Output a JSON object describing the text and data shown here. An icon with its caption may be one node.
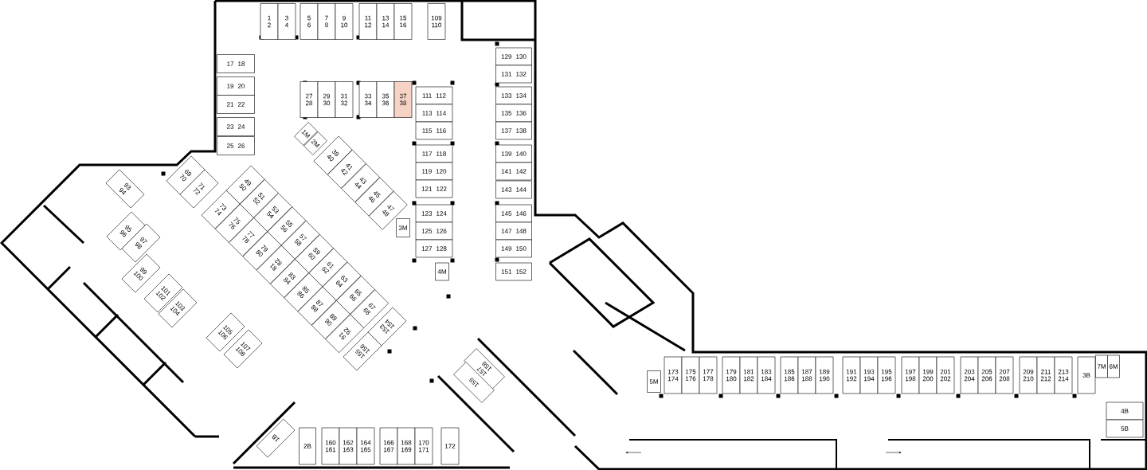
{
  "diagram": {
    "nodes": [
      {
        "text": [
          "1",
          "2"
        ]
      },
      {
        "text": [
          "3",
          "4"
        ]
      },
      {
        "text": [
          "5",
          "6"
        ]
      },
      {
        "text": [
          "7",
          "8"
        ]
      },
      {
        "text": [
          "9",
          "10"
        ]
      },
      {
        "text": [
          "11",
          "12"
        ]
      },
      {
        "text": [
          "13",
          "14"
        ]
      },
      {
        "text": [
          "15",
          "16"
        ]
      },
      {
        "text": [
          "17",
          "18"
        ]
      },
      {
        "text": [
          "19",
          "20"
        ]
      },
      {
        "text": [
          "21",
          "22"
        ]
      },
      {
        "text": [
          "23",
          "24"
        ]
      },
      {
        "text": [
          "25",
          "26"
        ]
      },
      {
        "text": [
          "27",
          "28"
        ]
      },
      {
        "text": [
          "29",
          "30"
        ]
      },
      {
        "text": [
          "31",
          "32"
        ]
      },
      {
        "text": [
          "33",
          "34"
        ]
      },
      {
        "text": [
          "35",
          "36"
        ]
      },
      {
        "text": [
          "37",
          "38"
        ]
      },
      {
        "text": [
          "1M"
        ]
      },
      {
        "text": [
          "2M"
        ]
      },
      {
        "text": [
          "39",
          "40"
        ]
      },
      {
        "text": [
          "41",
          "42"
        ]
      },
      {
        "text": [
          "43",
          "44"
        ]
      },
      {
        "text": [
          "45",
          "46"
        ]
      },
      {
        "text": [
          "47",
          "48"
        ]
      },
      {
        "text": [
          "3M"
        ]
      },
      {
        "text": [
          "49",
          "50"
        ]
      },
      {
        "text": [
          "51",
          "52"
        ]
      },
      {
        "text": [
          "53",
          "54"
        ]
      },
      {
        "text": [
          "55",
          "56"
        ]
      },
      {
        "text": [
          "57",
          "58"
        ]
      },
      {
        "text": [
          "59",
          "60"
        ]
      },
      {
        "text": [
          "61",
          "62"
        ]
      },
      {
        "text": [
          "63",
          "64"
        ]
      },
      {
        "text": [
          "65",
          "66"
        ]
      },
      {
        "text": [
          "67",
          "68"
        ]
      },
      {
        "text": [
          "69",
          "70"
        ]
      },
      {
        "text": [
          "71",
          "72"
        ]
      },
      {
        "text": [
          "73",
          "74"
        ]
      },
      {
        "text": [
          "75",
          "76"
        ]
      },
      {
        "text": [
          "77",
          "78"
        ]
      },
      {
        "text": [
          "79",
          "80"
        ]
      },
      {
        "text": [
          "81",
          "82"
        ]
      },
      {
        "text": [
          "83",
          "84"
        ]
      },
      {
        "text": [
          "85",
          "86"
        ]
      },
      {
        "text": [
          "87",
          "88"
        ]
      },
      {
        "text": [
          "89",
          "90"
        ]
      },
      {
        "text": [
          "91",
          "92"
        ]
      },
      {
        "text": [
          "93",
          "94"
        ]
      },
      {
        "text": [
          "95",
          "96"
        ]
      },
      {
        "text": [
          "97",
          "98"
        ]
      },
      {
        "text": [
          "99",
          "100"
        ]
      },
      {
        "text": [
          "101",
          "102"
        ]
      },
      {
        "text": [
          "103",
          "104"
        ]
      },
      {
        "text": [
          "105",
          "106"
        ]
      },
      {
        "text": [
          "107",
          "108"
        ]
      },
      {
        "text": [
          "109",
          "110"
        ]
      },
      {
        "text": [
          "111",
          "112"
        ]
      },
      {
        "text": [
          "113",
          "114"
        ]
      },
      {
        "text": [
          "115",
          "116"
        ]
      },
      {
        "text": [
          "117",
          "118"
        ]
      },
      {
        "text": [
          "119",
          "120"
        ]
      },
      {
        "text": [
          "121",
          "122"
        ]
      },
      {
        "text": [
          "123",
          "124"
        ]
      },
      {
        "text": [
          "125",
          "126"
        ]
      },
      {
        "text": [
          "127",
          "128"
        ]
      },
      {
        "text": [
          "4M"
        ]
      },
      {
        "text": [
          "129",
          "130"
        ]
      },
      {
        "text": [
          "131",
          "132"
        ]
      },
      {
        "text": [
          "133",
          "134"
        ]
      },
      {
        "text": [
          "135",
          "136"
        ]
      },
      {
        "text": [
          "137",
          "138"
        ]
      },
      {
        "text": [
          "139",
          "140"
        ]
      },
      {
        "text": [
          "141",
          "142"
        ]
      },
      {
        "text": [
          "143",
          "144"
        ]
      },
      {
        "text": [
          "145",
          "146"
        ]
      },
      {
        "text": [
          "147",
          "148"
        ]
      },
      {
        "text": [
          "149",
          "150"
        ]
      },
      {
        "text": [
          "151",
          "152"
        ]
      },
      {
        "text": [
          "153",
          "154"
        ]
      },
      {
        "text": [
          "155",
          "156"
        ]
      },
      {
        "text": [
          "157",
          "158"
        ]
      },
      {
        "text": [
          "159"
        ]
      },
      {
        "text": [
          "1B"
        ]
      },
      {
        "text": [
          "2B"
        ]
      },
      {
        "text": [
          "160",
          "161"
        ]
      },
      {
        "text": [
          "162",
          "163"
        ]
      },
      {
        "text": [
          "164",
          "165"
        ]
      },
      {
        "text": [
          "166",
          "167"
        ]
      },
      {
        "text": [
          "168",
          "169"
        ]
      },
      {
        "text": [
          "170",
          "171"
        ]
      },
      {
        "text": [
          "172"
        ]
      },
      {
        "text": [
          "5M"
        ]
      },
      {
        "text": [
          "173",
          "174"
        ]
      },
      {
        "text": [
          "175",
          "176"
        ]
      },
      {
        "text": [
          "177",
          "178"
        ]
      },
      {
        "text": [
          "179",
          "180"
        ]
      },
      {
        "text": [
          "181",
          "182"
        ]
      },
      {
        "text": [
          "183",
          "184"
        ]
      },
      {
        "text": [
          "185",
          "186"
        ]
      },
      {
        "text": [
          "187",
          "188"
        ]
      },
      {
        "text": [
          "189",
          "190"
        ]
      },
      {
        "text": [
          "191",
          "192"
        ]
      },
      {
        "text": [
          "193",
          "194"
        ]
      },
      {
        "text": [
          "195",
          "196"
        ]
      },
      {
        "text": [
          "197",
          "198"
        ]
      },
      {
        "text": [
          "199",
          "200"
        ]
      },
      {
        "text": [
          "201",
          "202"
        ]
      },
      {
        "text": [
          "203",
          "204"
        ]
      },
      {
        "text": [
          "205",
          "206"
        ]
      },
      {
        "text": [
          "207",
          "208"
        ]
      },
      {
        "text": [
          "209",
          "210"
        ]
      },
      {
        "text": [
          "211",
          "212"
        ]
      },
      {
        "text": [
          "213",
          "214"
        ]
      },
      {
        "text": [
          "3B"
        ]
      },
      {
        "text": [
          "7M"
        ]
      },
      {
        "text": [
          "6M"
        ]
      },
      {
        "text": [
          "4B"
        ]
      },
      {
        "text": [
          "5B"
        ]
      }
    ]
  }
}
